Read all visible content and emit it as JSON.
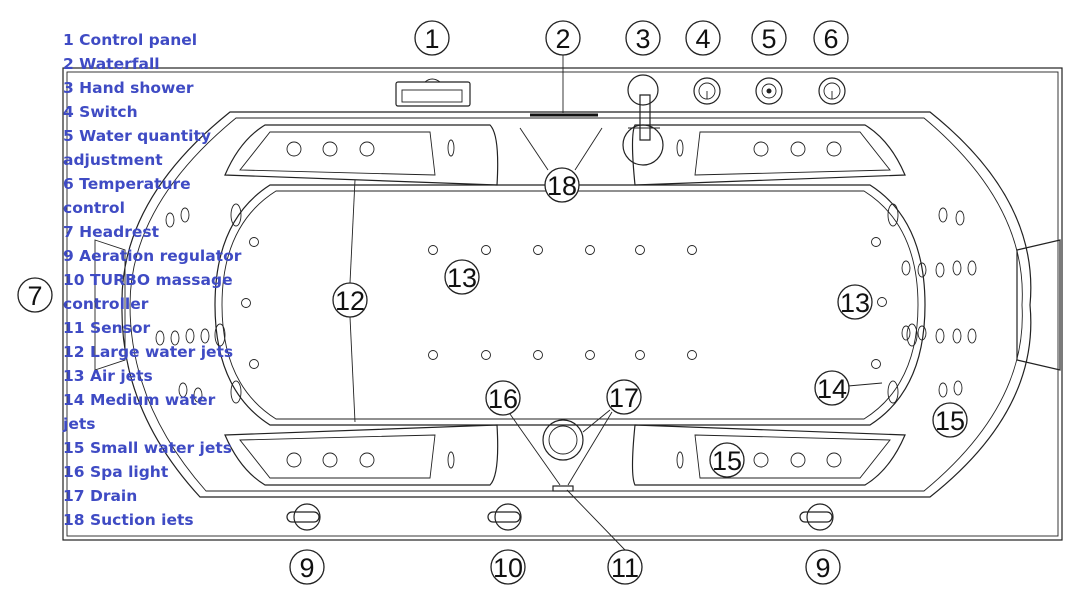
{
  "legend": [
    "1 Control panel",
    "2 Waterfall",
    "3 Hand shower",
    "4 Switch",
    "5 Water quantity adjustment",
    "6 Temperature control",
    "7 Headrest",
    "9 Aeration regulator",
    "10 TURBO massage controller",
    "11 Sensor",
    "12 Large water jets",
    "13 Air jets",
    "14 Medium water jets",
    "15 Small water jets",
    "16 Spa light",
    "17 Drain",
    "18 Suction iets"
  ],
  "callouts": [
    "1",
    "2",
    "3",
    "4",
    "5",
    "6",
    "7",
    "12",
    "13",
    "13",
    "18",
    "16",
    "17",
    "14",
    "15",
    "15",
    "9",
    "10",
    "11",
    "9"
  ],
  "colors": {
    "legend_text": "#3f4bc4",
    "lines": "#222222"
  }
}
